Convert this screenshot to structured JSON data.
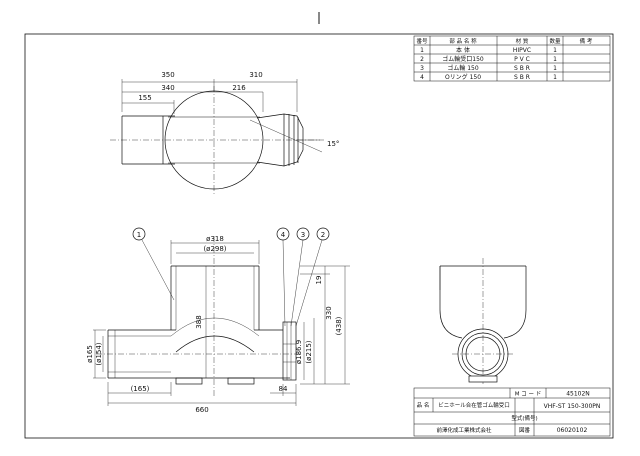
{
  "parts_table": {
    "headers": [
      "番号",
      "部 品 名 称",
      "材 質",
      "数量",
      "備 考"
    ],
    "rows": [
      {
        "no": "1",
        "name": "本 体",
        "material": "HIPVC",
        "qty": "1",
        "note": ""
      },
      {
        "no": "2",
        "name": "ゴム輪受口150",
        "material": "P V C",
        "qty": "1",
        "note": ""
      },
      {
        "no": "3",
        "name": "ゴム輪 150",
        "material": "S B R",
        "qty": "1",
        "note": ""
      },
      {
        "no": "4",
        "name": "Oリング 150",
        "material": "S B R",
        "qty": "1",
        "note": ""
      }
    ]
  },
  "top_view": {
    "dims": {
      "d350": "350",
      "d310": "310",
      "d340": "340",
      "d216": "216",
      "d155": "155",
      "angle": "15°"
    }
  },
  "front_view": {
    "balloons": [
      "1",
      "4",
      "3",
      "2"
    ],
    "dims": {
      "phi318": "ø318",
      "phi298": "(ø298)",
      "d19": "19",
      "d330": "330",
      "d438": "(438)",
      "d388": "388",
      "phi165": "ø165",
      "phi154": "(ø154)",
      "phi1869": "ø186.9",
      "phi215": "(ø215)",
      "d165": "(165)",
      "d84": "84",
      "d660": "660"
    }
  },
  "title_block": {
    "code_label": "M コ ー ド",
    "code_value": "45102N",
    "name_label": "品 名",
    "name_value": "ビニホール合在管ゴム輪受口",
    "model_label": "型式(備号)",
    "model_value": "VHF-ST 150-300PN",
    "company": "前澤化成工業株式会社",
    "drawing_no_label": "図番",
    "drawing_no_value": "06020102"
  }
}
